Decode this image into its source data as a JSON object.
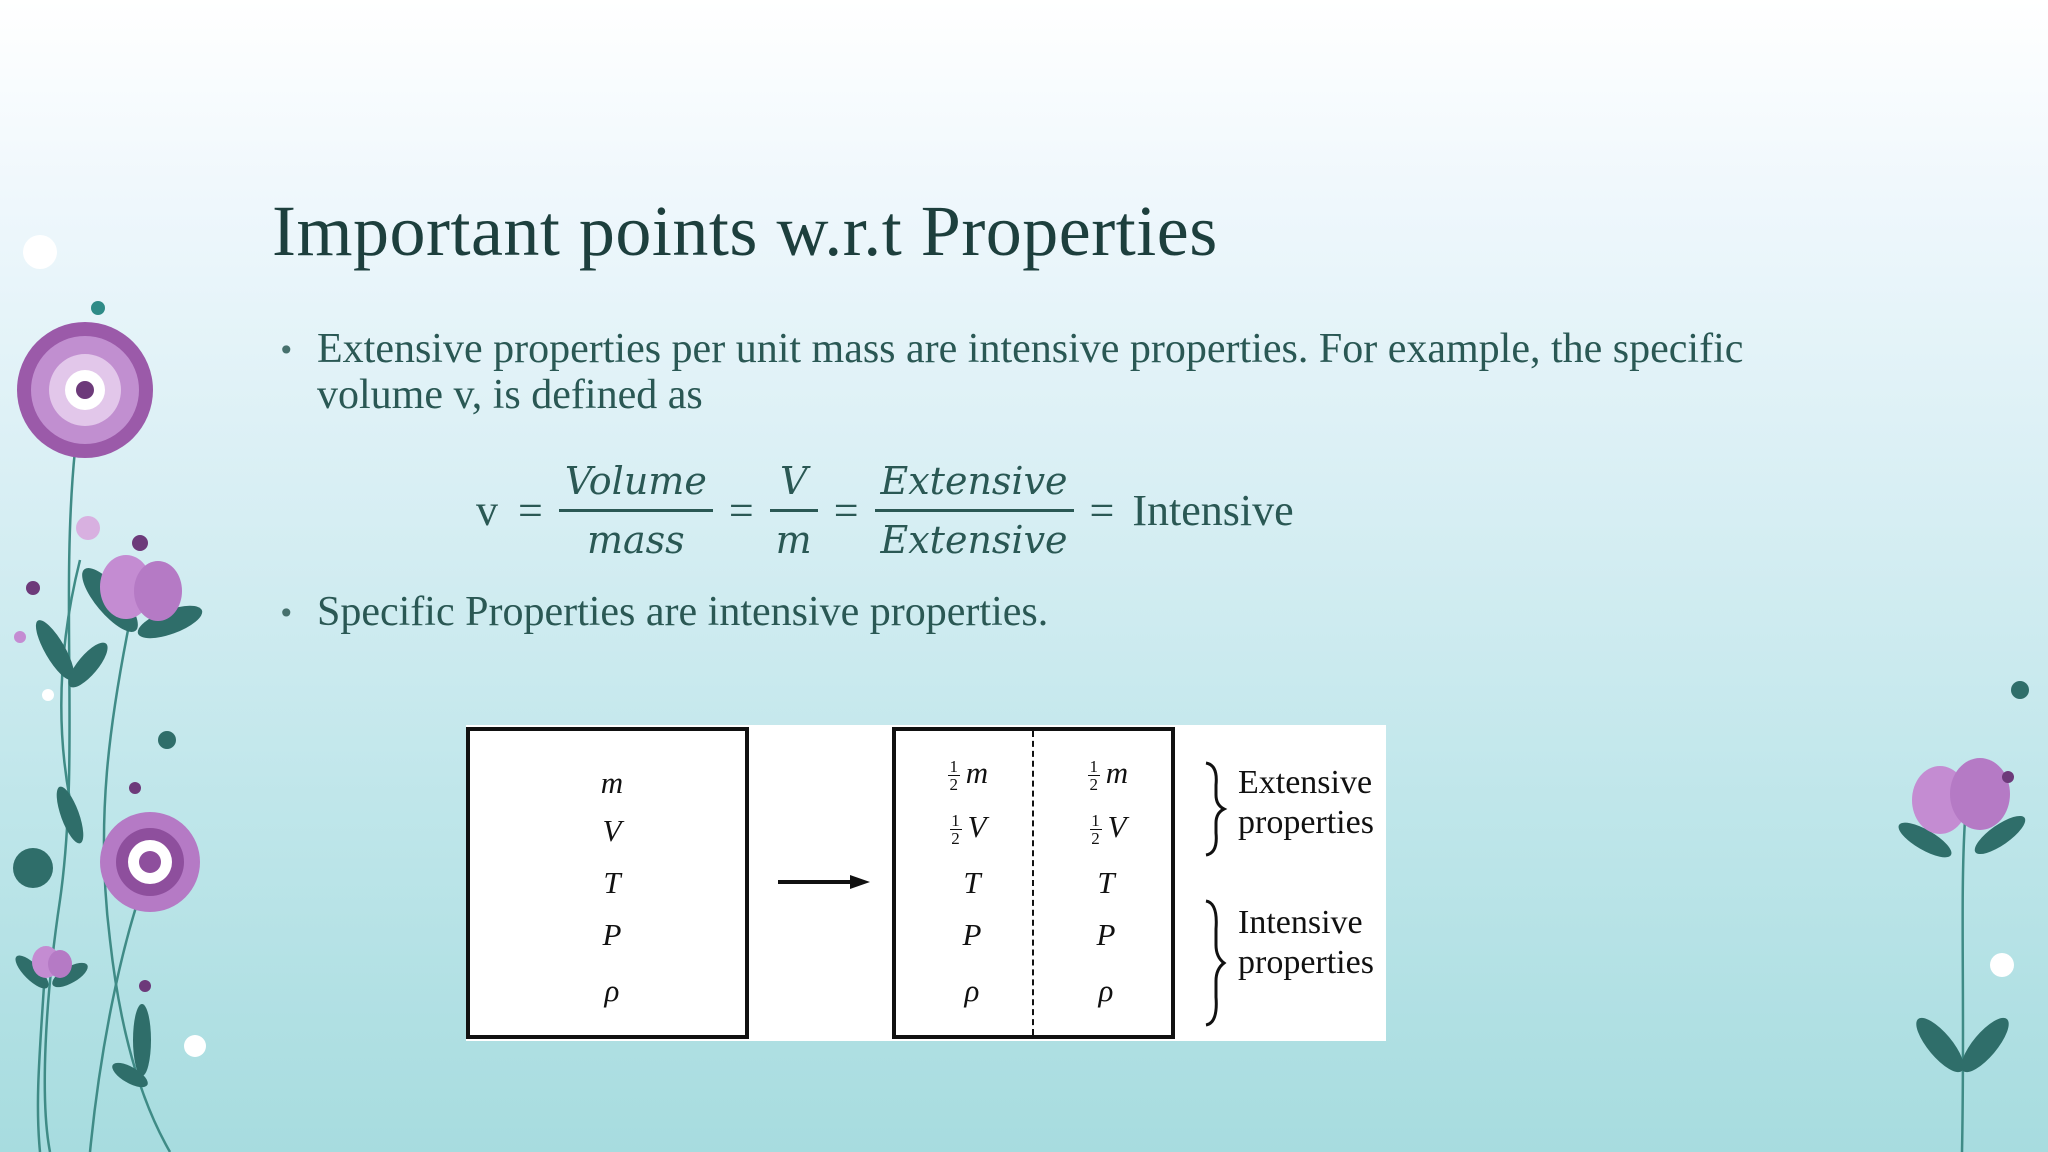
{
  "slide": {
    "title": "Important points w.r.t Properties",
    "bullets": [
      {
        "text": "Extensive properties per unit mass are intensive properties. For example, the specific volume v, is defined as"
      },
      {
        "text": "Specific Properties are intensive properties."
      }
    ],
    "equation": {
      "lhs": "v",
      "eq": "=",
      "frac1": {
        "num": "Volume",
        "den": "mass"
      },
      "frac2": {
        "num": "V",
        "den": "m"
      },
      "frac3": {
        "num": "Extensive",
        "den": "Extensive"
      },
      "rhs": "Intensive"
    },
    "figure": {
      "left_vars": [
        "m",
        "V",
        "T",
        "P",
        "ρ"
      ],
      "half_label_num": "1",
      "half_label_den": "2",
      "right_vars": [
        "m",
        "V",
        "T",
        "P",
        "ρ"
      ],
      "extensive_label_1": "Extensive",
      "extensive_label_2": "properties",
      "intensive_label_1": "Intensive",
      "intensive_label_2": "properties"
    }
  },
  "colors": {
    "title": "#1d3f3d",
    "text": "#2a5854",
    "flower_purple": "#b682c4",
    "leaf_teal": "#2f6e6a"
  }
}
